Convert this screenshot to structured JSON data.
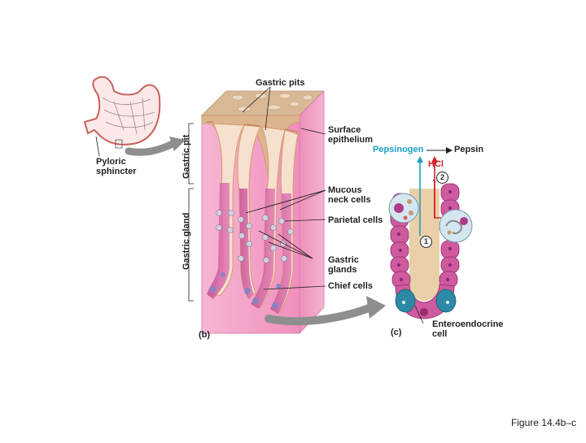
{
  "labels": {
    "gastric_pits": "Gastric pits",
    "surface_epithelium": "Surface\nepithelium",
    "pepsinogen": "Pepsinogen",
    "pepsin": "Pepsin",
    "hcl": "HCl",
    "step2": "2",
    "step1": "1",
    "mucous_neck_cells": "Mucous\nneck cells",
    "parietal_cells": "Parietal cells",
    "gastric_glands": "Gastric\nglands",
    "chief_cells": "Chief cells",
    "enteroendocrine_cell": "Enteroendocrine\ncell",
    "pyloric_sphincter": "Pyloric\nsphincter",
    "gastric_pit": "Gastric pit",
    "gastric_gland": "Gastric gland",
    "panel_b": "(b)",
    "panel_c": "(c)"
  },
  "caption": "Figure 14.4b–c",
  "colors": {
    "tissue_pink": "#f4a6c9",
    "gland_magenta": "#d64f9a",
    "pit_tan": "#dbb792",
    "pepsinogen_blue": "#1b9fc6",
    "hcl_red": "#d3222a",
    "enteroendocrine_teal": "#2c8aa6"
  }
}
